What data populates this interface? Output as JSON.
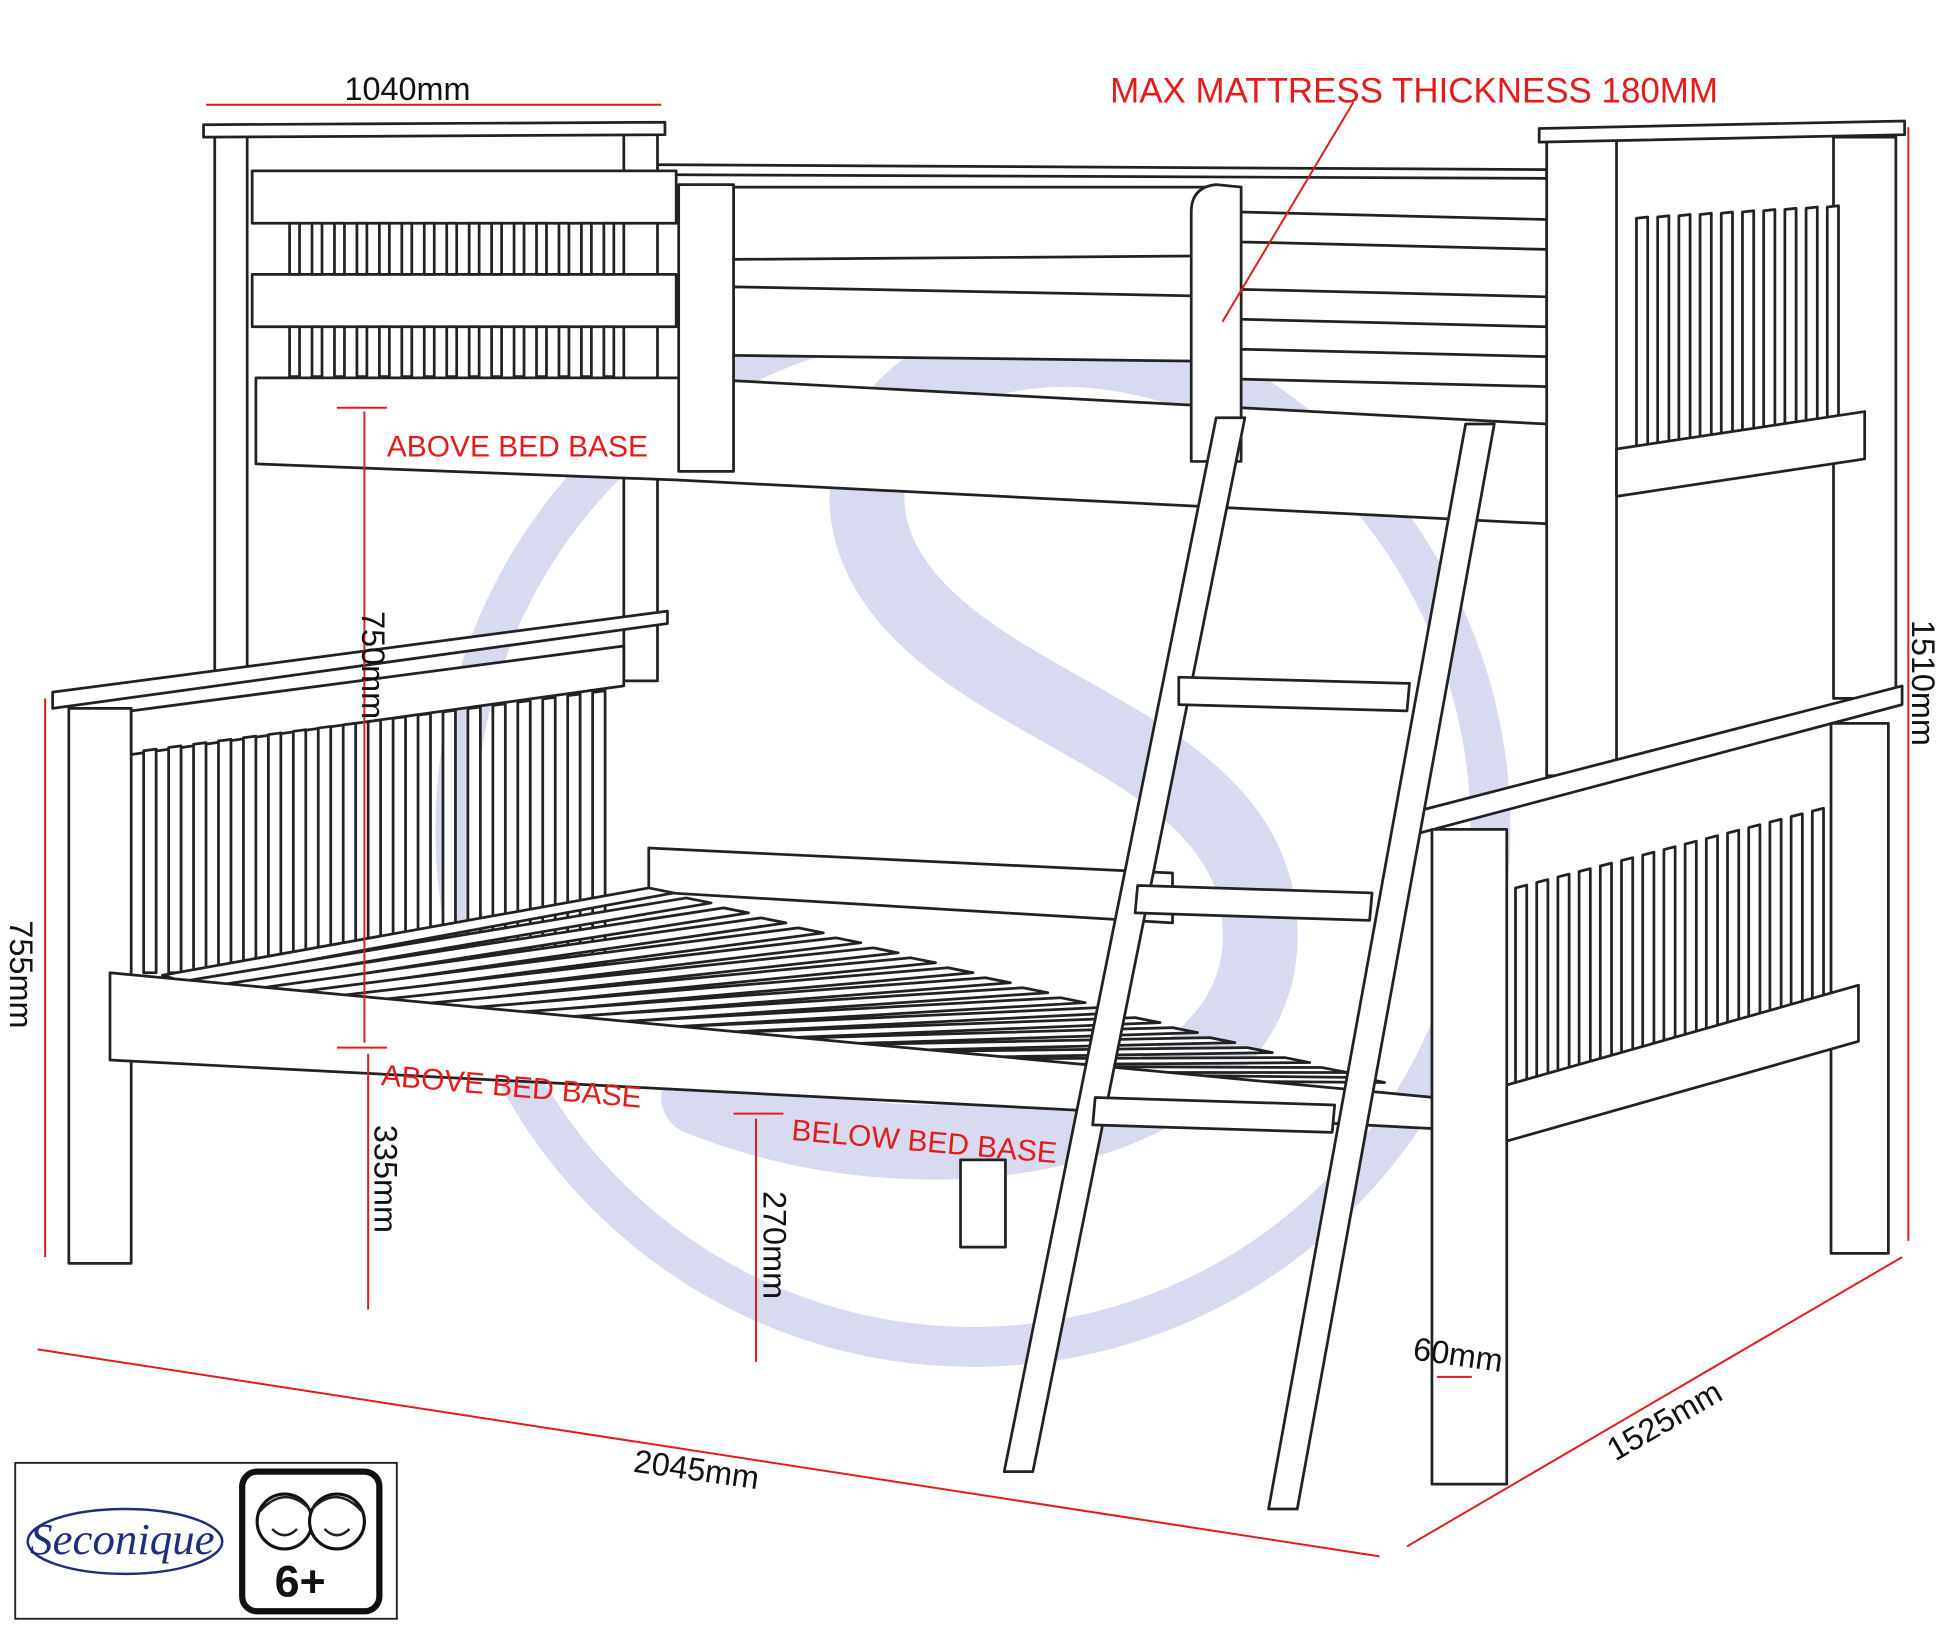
{
  "dimensions": {
    "headboard_width": "1040mm",
    "mattress_note": "MAX MATTRESS THICKNESS 180MM",
    "upper_label": "ABOVE BED BASE",
    "upper_gap": "750mm",
    "lower_label": "ABOVE BED BASE",
    "lower_height": "335mm",
    "below_label": "BELOW BED BASE",
    "below_clearance": "270mm",
    "foot_height": "755mm",
    "total_height": "1510mm",
    "post_width": "60mm",
    "width": "1525mm",
    "length": "2045mm"
  },
  "branding": {
    "logo": "Seconique",
    "age_rating": "6+"
  },
  "colors": {
    "dimension": "#e41b1b",
    "watermark": "#d8daf0",
    "logo": "#1f2d7a"
  }
}
